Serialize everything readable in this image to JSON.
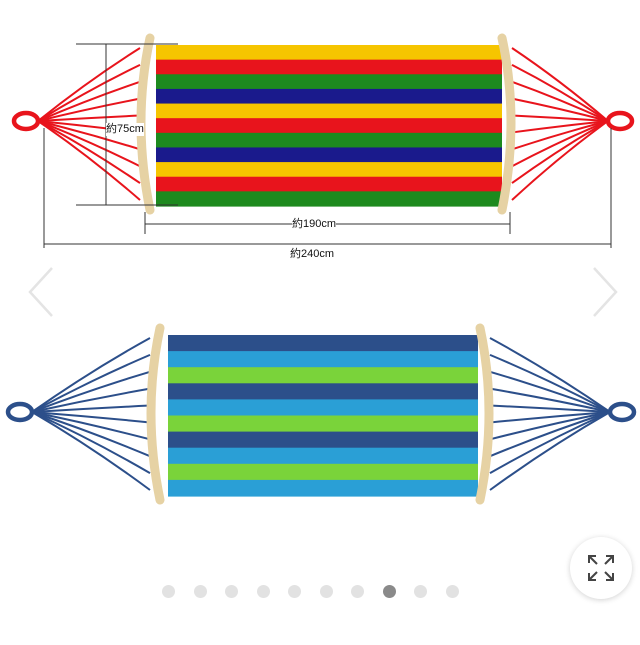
{
  "hammock_top": {
    "stripe_colors": [
      "#f6c500",
      "#e8141c",
      "#1d8a1e",
      "#1a1a8c",
      "#f6c500",
      "#e8141c",
      "#1d8a1e",
      "#1a1a8c",
      "#f6c500",
      "#e8141c",
      "#1d8a1e"
    ],
    "rope_color": "#e8141c",
    "bar_color": "#e6d2a4"
  },
  "hammock_bottom": {
    "stripe_colors": [
      "#2c4f8a",
      "#2a9fd6",
      "#7ad33a",
      "#2c4f8a",
      "#2a9fd6",
      "#7ad33a",
      "#2c4f8a",
      "#2a9fd6",
      "#7ad33a",
      "#2a9fd6"
    ],
    "rope_color": "#2c4f8a",
    "bar_color": "#e6d2a4"
  },
  "dimensions": {
    "width_label": "約75cm",
    "bed_length_label": "約190cm",
    "total_length_label": "約240cm"
  },
  "pagination": {
    "total": 10,
    "active_index": 7
  },
  "icons": {
    "prev": "chevron-left-icon",
    "next": "chevron-right-icon",
    "expand": "expand-icon"
  },
  "colors": {
    "dot": "#e2e2e2",
    "dot_active": "#8a8a8a"
  }
}
